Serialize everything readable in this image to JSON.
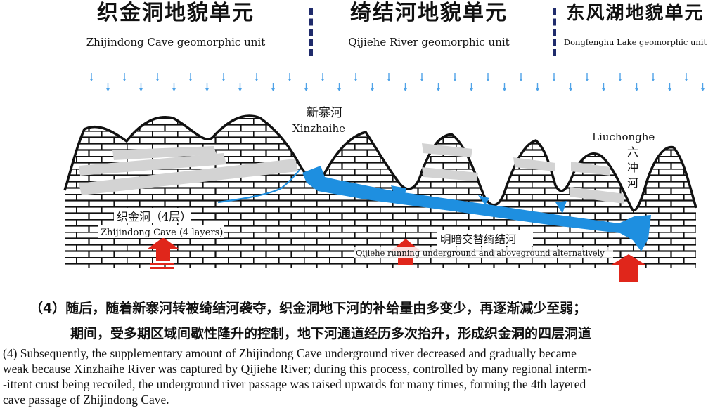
{
  "units": [
    {
      "zh": "织金洞地貌单元",
      "en": "Zhijindong Cave geomorphic unit"
    },
    {
      "zh": "绮结河地貌单元",
      "en": "Qijiehe River geomorphic unit"
    },
    {
      "zh": "东风湖地貌单元",
      "en": "Dongfenghu Lake geomorphic unit"
    }
  ],
  "labels": {
    "xinzhaihe_zh": "新寨河",
    "xinzhaihe_en": "Xinzhaihe",
    "liuchonghe_en": "Liuchonghe",
    "liuchonghe_zh": [
      "六",
      "冲",
      "河"
    ],
    "cave_zh": "织金洞（4层）",
    "cave_en": "Zhijindong Cave (4 layers)",
    "qijiehe_zh": "明暗交替绮结河",
    "qijiehe_en": "Qijiehe running underground and aboveground alternatively"
  },
  "caption": {
    "zh_line1": "（4）随后，随着新寨河转被绮结河袭夺，织金洞地下河的补给量由多变少，再逐渐减少至弱；",
    "zh_line2": "期间，受多期区域间歇性隆升的控制，地下河通道经历多次抬升，形成织金洞的四层洞道",
    "en_lines": [
      "(4) Subsequently, the supplementary amount of Zhijindong Cave underground river decreased and gradually became",
      "weak because Xinzhaihe River was captured by Qijiehe River; during this process, controlled by many regional interm-",
      "-ittent crust being recoiled, the underground river passage was raised upwards for many times, forming the 4th layered",
      "cave passage of Zhijindong Cave."
    ]
  },
  "colors": {
    "water": "#1e8fe0",
    "uplift_arrow": "#e0261b",
    "rock_outline": "#111111",
    "cave_layer": "#d3d3d3",
    "rain": "#4fa3e8",
    "separator": "#1f2b6b"
  }
}
